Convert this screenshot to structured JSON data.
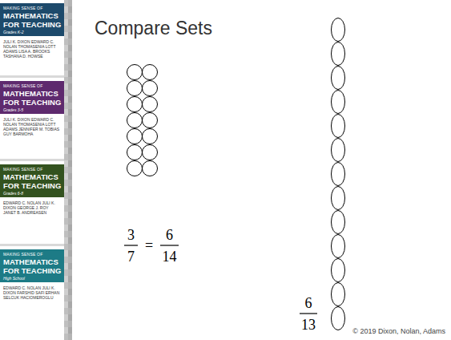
{
  "diagram": {
    "title": "Compare Sets",
    "nodes": [
      {
        "text": [
          "MAKING SENSE OF",
          "MATHEMATICS FOR TEACHING",
          "Grades K-2",
          "JULI K. DIXON EDWARD C. NOLAN THOMASENIA LOTT ADAMS LISA A. BROOKS TASHANA D. HOWSE"
        ]
      },
      {
        "text": [
          "MAKING SENSE OF",
          "MATHEMATICS FOR TEACHING",
          "Grades 3-5",
          "JULI K. DIXON EDWARD C. NOLAN THOMASENIA LOTT ADAMS JENNIFER M. TOBIAS GUY BARMOHA"
        ]
      },
      {
        "text": [
          "MAKING SENSE OF",
          "MATHEMATICS FOR TEACHING",
          "Grades 6-8",
          "EDWARD C. NOLAN JULI K. DIXON GEORGE J. ROY JANET B. ANDREASEN"
        ]
      },
      {
        "text": [
          "MAKING SENSE OF",
          "MATHEMATICS FOR TEACHING",
          "High School",
          "EDWARD C. NOLAN JULI K. DIXON FARSHID SAFI ERHAN SELCUK HACIOMEROGLU"
        ]
      }
    ],
    "labels": [
      "3",
      "7",
      "=",
      "6",
      "14",
      "6",
      "13",
      "© 2019 Dixon, Nolan, Adams"
    ]
  }
}
